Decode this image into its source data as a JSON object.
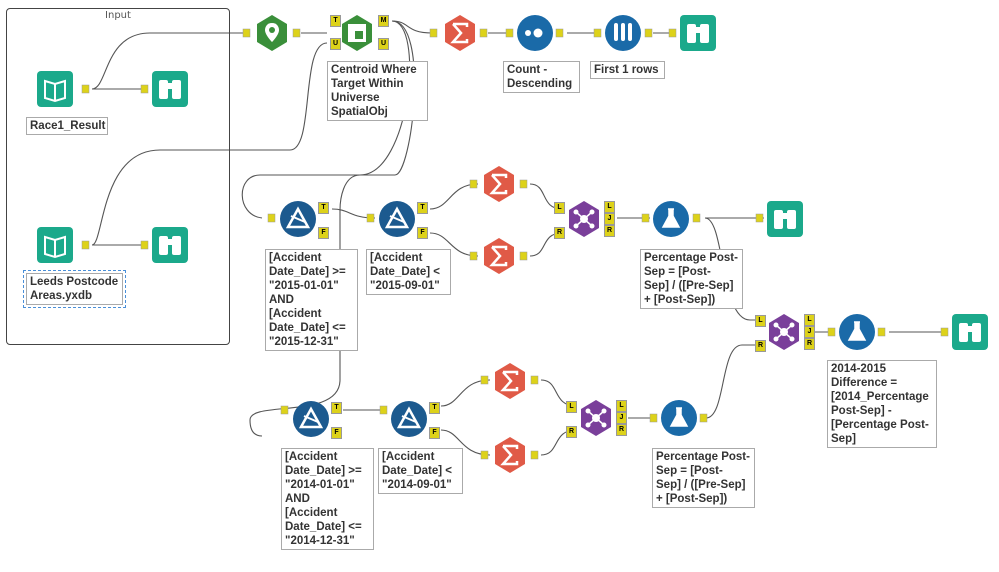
{
  "container": {
    "title": "Input"
  },
  "labels": {
    "race1": "Race1_Result",
    "leeds": "Leeds Postcode\nAreas.yxdb",
    "centroid": "Centroid Where\nTarget Within\nUniverse\nSpatialObj",
    "count": "Count -\nDescending",
    "first": "First 1 rows",
    "filter2015a": "[Accident\nDate_Date] >=\n\"2015-01-01\"\nAND\n[Accident\nDate_Date] <=\n\"2015-12-31\"",
    "filter2015b": "[Accident\nDate_Date] <\n\"2015-09-01\"",
    "formula2015": "Percentage Post-\nSep = [Post-\nSep] / ([Pre-Sep]\n+ [Post-Sep])",
    "filter2014a": "[Accident\nDate_Date] >=\n\"2014-01-01\"\nAND\n[Accident\nDate_Date] <=\n\"2014-12-31\"",
    "filter2014b": "[Accident\nDate_Date] <\n\"2014-09-01\"",
    "formula2014": "Percentage Post-\nSep = [Post-\nSep] / ([Pre-Sep]\n+ [Post-Sep])",
    "diff": "2014-2015\nDifference =\n[2014_Percentage\nPost-Sep] -\n[Percentage Post-\nSep]"
  },
  "anchors": {
    "T": "T",
    "F": "F",
    "M": "M",
    "U": "U",
    "L": "L",
    "J": "J",
    "R": "R"
  },
  "colors": {
    "input": "#1ba98b",
    "browse": "#1ba98b",
    "spatial": "#3a8f3a",
    "summarize": "#e05a47",
    "filter": "#1c5a8f",
    "join": "#7a3f9a",
    "sort": "#1a6aa8",
    "connector": "#ddd21a",
    "wire": "#555555"
  },
  "icons": {
    "input": "book-icon",
    "browse": "binoculars-icon",
    "create_points": "map-pin-icon",
    "spatial_match": "puzzle-icon",
    "summarize": "sigma-icon",
    "sort": "dots-icon",
    "sample": "test-tubes-icon",
    "filter": "triangle-filter-icon",
    "join": "join-nodes-icon",
    "formula": "flask-icon"
  }
}
